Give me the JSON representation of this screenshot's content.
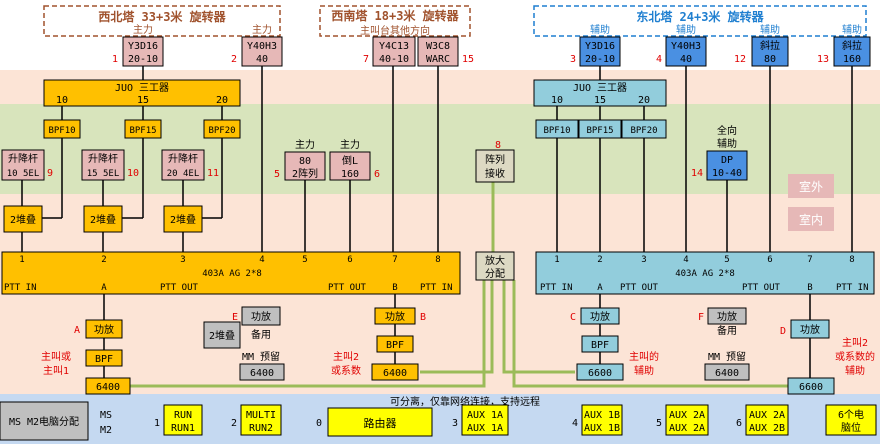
{
  "towers": {
    "nw": "西北塔 33+3米 旋转器",
    "sw": "西南塔 18+3米 旋转器",
    "sw_sub": "主叫台其他方向",
    "ne": "东北塔 24+3米 旋转器"
  },
  "antennas": {
    "y3d16_l": {
      "role": "主力",
      "line1": "Y3D16",
      "line2": "20-10",
      "num": "1"
    },
    "y40h3_l": {
      "role": "主力",
      "line1": "Y40H3",
      "line2": "40",
      "num": "2"
    },
    "y4c13": {
      "line1": "Y4C13",
      "line2": "40-10",
      "num": "7"
    },
    "w3c8": {
      "line1": "W3C8",
      "line2": "WARC",
      "num": "15"
    },
    "y3d16_r": {
      "role": "辅助",
      "line1": "Y3D16",
      "line2": "20-10",
      "num": "3"
    },
    "y40h3_r": {
      "role": "辅助",
      "line1": "Y40H3",
      "line2": "40",
      "num": "4"
    },
    "xiela80": {
      "role": "辅助",
      "line1": "斜拉",
      "line2": "80",
      "num": "12"
    },
    "xiela160": {
      "role": "辅助",
      "line1": "斜拉",
      "line2": "160",
      "num": "13"
    },
    "dipole80": {
      "role": "主力",
      "line1": "80",
      "line2": "2阵列",
      "num": "5"
    },
    "inv160": {
      "role": "主力",
      "line1": "倒L",
      "line2": "160",
      "num": "6"
    },
    "dp": {
      "role1": "全向",
      "role2": "辅助",
      "line1": "DP",
      "line2": "10-40",
      "num": "14"
    },
    "array_rx": {
      "line1": "阵列",
      "line2": "接收",
      "num": "8"
    }
  },
  "triplexer_l": {
    "title": "JUO 三工器",
    "ports": [
      "10",
      "15",
      "20"
    ]
  },
  "triplexer_r": {
    "title": "JUO 三工器",
    "ports": [
      "10",
      "15",
      "20"
    ]
  },
  "bpf_l": [
    "BPF10",
    "BPF15",
    "BPF20"
  ],
  "bpf_r": [
    "BPF10",
    "BPF15",
    "BPF20"
  ],
  "lifts": [
    {
      "line1": "升降杆",
      "line2": "10 5EL",
      "num": "9"
    },
    {
      "line1": "升降杆",
      "line2": "15 5EL",
      "num": "10"
    },
    {
      "line1": "升降杆",
      "line2": "20 4EL",
      "num": "11"
    }
  ],
  "stackers": [
    "2堆叠",
    "2堆叠",
    "2堆叠"
  ],
  "zones": {
    "outdoor": "室外",
    "indoor": "室内"
  },
  "switch_l": {
    "title": "403A AG 2*8",
    "ports": [
      "1",
      "2",
      "3",
      "4",
      "5",
      "6",
      "7",
      "8"
    ],
    "ptt_in": "PTT IN",
    "ptt_out": "PTT OUT",
    "port_a": "A",
    "port_b": "B"
  },
  "switch_r": {
    "title": "403A AG 2*8",
    "ports": [
      "1",
      "2",
      "3",
      "4",
      "5",
      "6",
      "7",
      "8"
    ],
    "ptt_in": "PTT IN",
    "ptt_out": "PTT OUT",
    "port_a": "A",
    "port_b": "B"
  },
  "splitter": {
    "line1": "放大",
    "line2": "分配"
  },
  "chain": {
    "a_amp": "功放",
    "a_bpf": "BPF",
    "a_radio": "6400",
    "a_letter": "A",
    "a_label1": "主叫或",
    "a_label2": "主叫1",
    "e_amp": "功放",
    "e_sub": "备用",
    "e_letter": "E",
    "e_stack": "2堆叠",
    "e_mm": "MM 预留",
    "e_radio": "6400",
    "b_amp": "功放",
    "b_bpf": "BPF",
    "b_radio": "6400",
    "b_letter": "B",
    "b_label1": "主叫2",
    "b_label2": "或系数",
    "c_amp": "功放",
    "c_bpf": "BPF",
    "c_radio": "6600",
    "c_letter": "C",
    "c_label1": "主叫的",
    "c_label2": "辅助",
    "f_amp": "功放",
    "f_sub": "备用",
    "f_letter": "F",
    "f_mm": "MM 预留",
    "f_radio": "6400",
    "d_amp": "功放",
    "d_radio": "6600",
    "d_letter": "D",
    "d_label1": "主叫2",
    "d_label2": "或系数的",
    "d_label3": "辅助"
  },
  "network_note": "可分离，仅靠网络连接，支持远程",
  "bottom": {
    "title": "MS M2电脑分配",
    "ms": "MS",
    "m2": "M2",
    "items": [
      {
        "num": "1",
        "top": "RUN",
        "bot": "RUN1"
      },
      {
        "num": "2",
        "top": "MULTI",
        "bot": "RUN2"
      },
      {
        "num": "0",
        "top": "路由器",
        "bot": ""
      },
      {
        "num": "3",
        "top": "AUX 1A",
        "bot": "AUX 1A"
      },
      {
        "num": "4",
        "top": "AUX 1B",
        "bot": "AUX 1B"
      },
      {
        "num": "5",
        "top": "AUX 2A",
        "bot": "AUX 2A"
      },
      {
        "num": "6",
        "top": "AUX 2A",
        "bot": "AUX 2B"
      }
    ],
    "end1": "6个电",
    "end2": "脑位"
  },
  "colors": {
    "orange": "#ffc000",
    "teal": "#92cddc",
    "pink": "#e6b8b7",
    "blue": "#4a90e2",
    "gray": "#bfbfbf",
    "tan": "#ddd9c3",
    "yellow": "#ffff00",
    "outdoor": "#d8e4bc",
    "indoor": "#fce4d6",
    "bottom": "#c5d9f1",
    "red": "#e00000"
  }
}
